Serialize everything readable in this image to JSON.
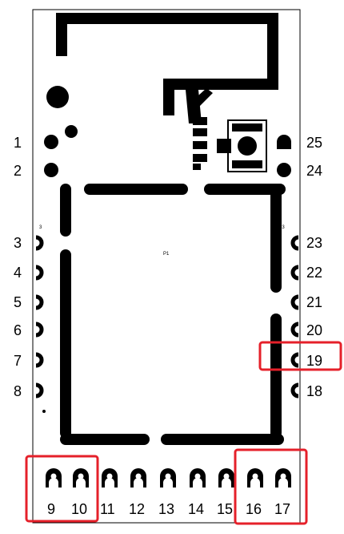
{
  "colors": {
    "copper": "#000000",
    "outline": "#000000",
    "highlight": "#e5202a",
    "background": "#ffffff"
  },
  "pins": {
    "left": [
      "1",
      "2",
      "3",
      "4",
      "5",
      "6",
      "7",
      "8"
    ],
    "right": [
      "25",
      "24",
      "23",
      "22",
      "21",
      "20",
      "19",
      "18"
    ],
    "bottom": [
      "9",
      "10",
      "11",
      "12",
      "13",
      "14",
      "15",
      "16",
      "17"
    ]
  },
  "silkscreen": {
    "small_left": "3",
    "small_right": "23",
    "center_ref": "P1"
  },
  "highlighted_pins": [
    "9",
    "10",
    "16",
    "17",
    "19"
  ]
}
